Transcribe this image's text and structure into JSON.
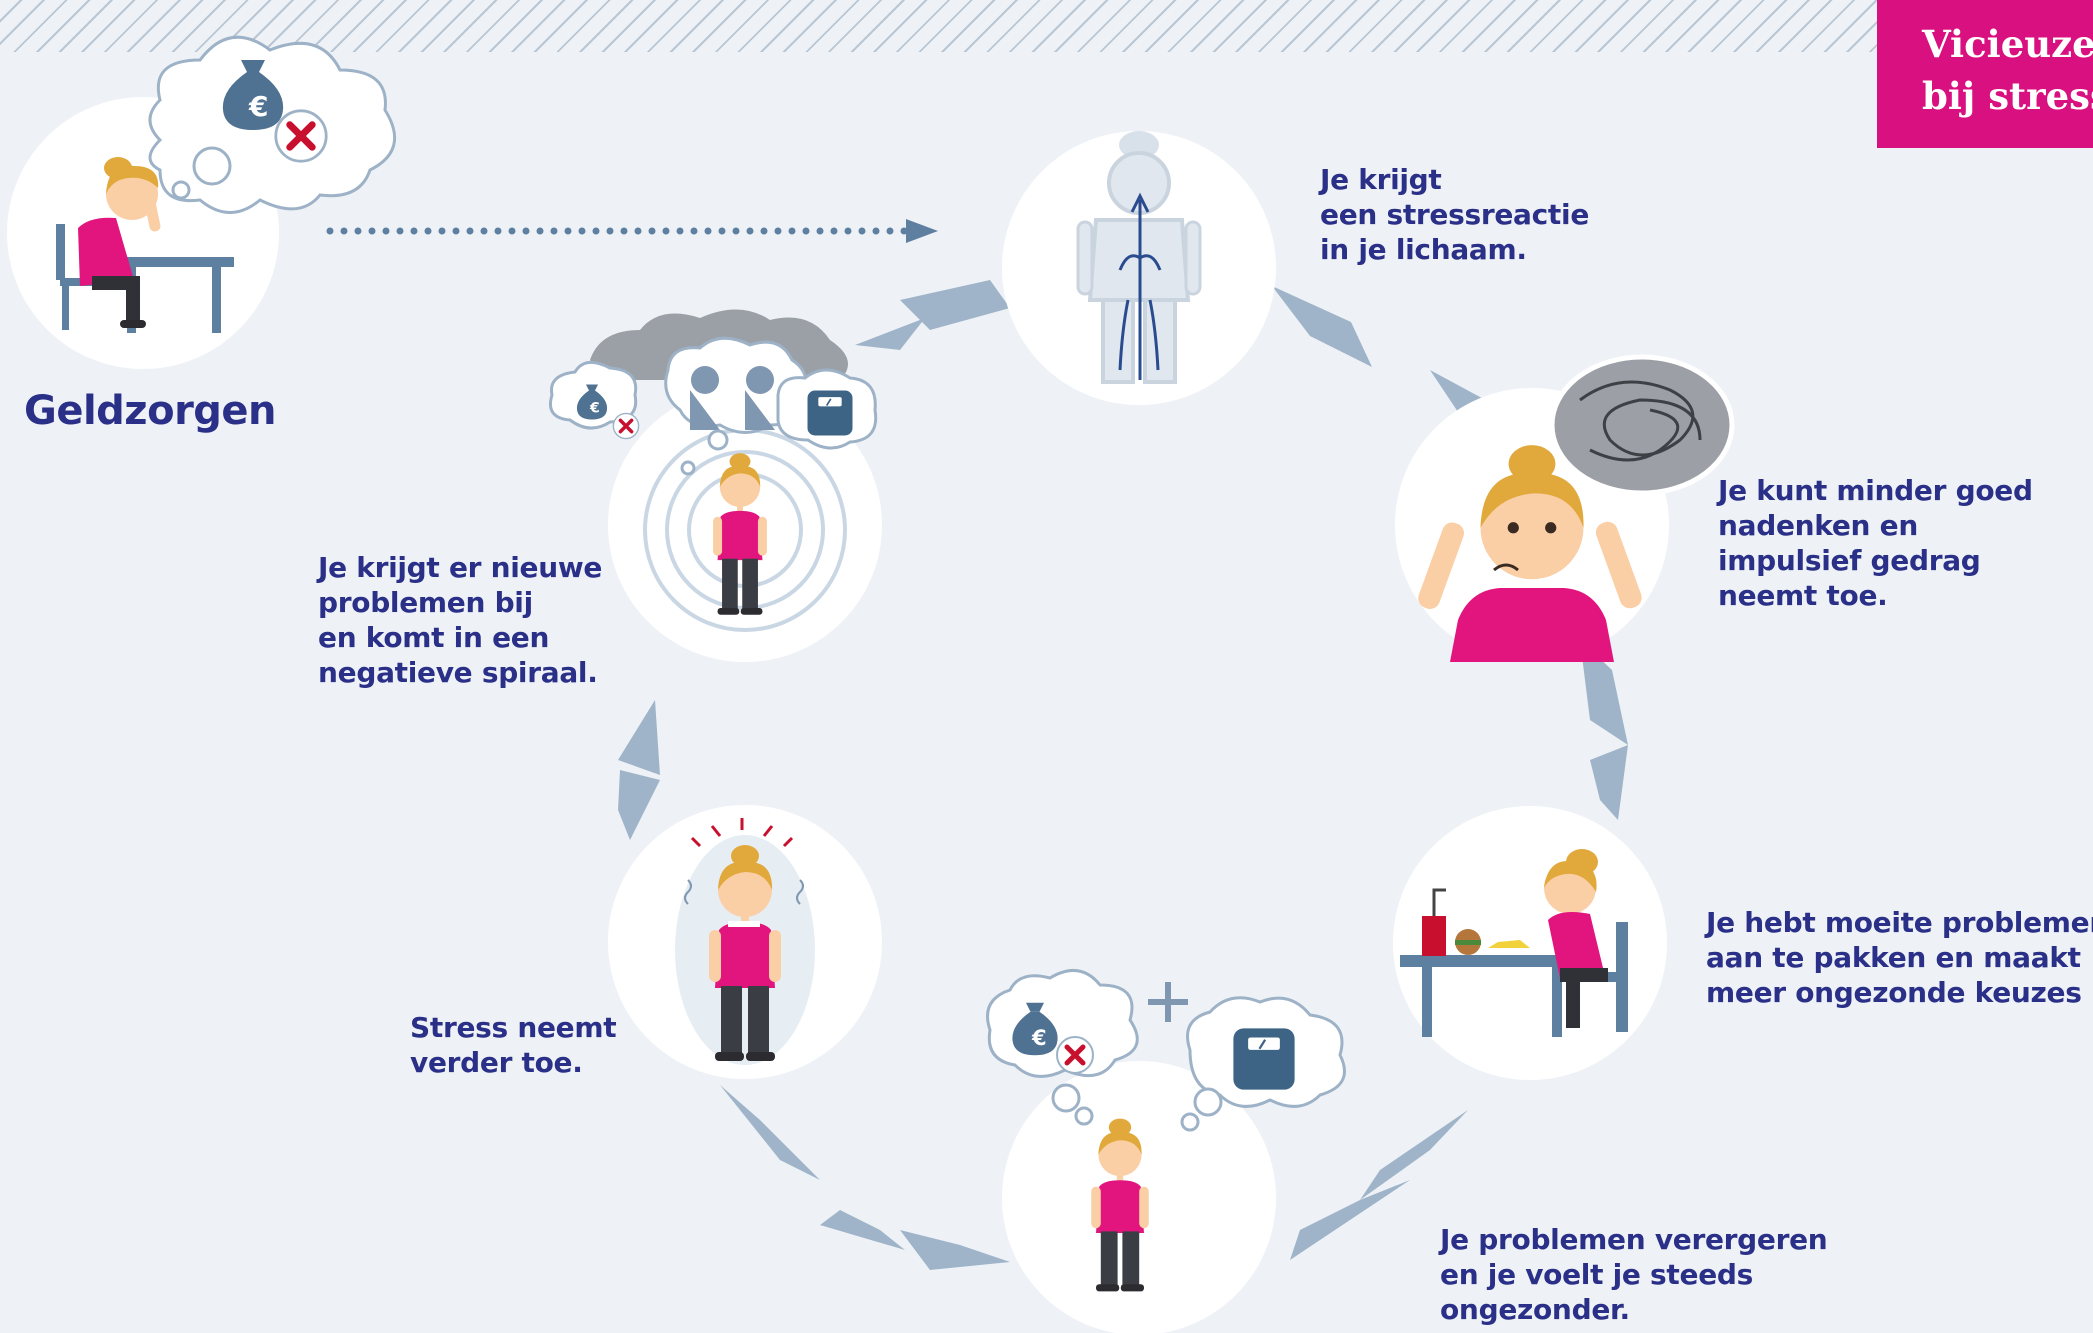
{
  "header": {
    "badge_lines": [
      "Vicieuze",
      "bij stress"
    ]
  },
  "start": {
    "title": "Geldzorgen",
    "thought_icon": "money-bag-with-x-icon"
  },
  "steps": [
    {
      "id": "stress-reaction",
      "lines": [
        "Je krijgt",
        "een stressreactie",
        "in je lichaam."
      ],
      "icon": "body-stress-icon"
    },
    {
      "id": "less-thinking",
      "lines": [
        "Je kunt minder goed",
        "nadenken en",
        "impulsief gedrag",
        "neemt toe."
      ],
      "icon": "tangled-thoughts-icon"
    },
    {
      "id": "unhealthy-choices",
      "lines": [
        "Je hebt moeite problemen",
        "aan te pakken en maakt",
        "meer ongezonde keuzes"
      ],
      "icon": "fast-food-icon"
    },
    {
      "id": "problems-worsen",
      "lines": [
        "Je problemen verergeren",
        "en je voelt je steeds",
        "ongezonder."
      ],
      "icon": "money-plus-scale-icon"
    },
    {
      "id": "stress-increases",
      "lines": [
        "Stress neemt",
        "verder toe."
      ],
      "icon": "stressed-woman-icon"
    },
    {
      "id": "negative-spiral",
      "lines": [
        "Je krijgt er nieuwe",
        "problemen bij",
        "en komt in een",
        "negatieve spiraal."
      ],
      "icon": "spiral-worries-icon"
    }
  ],
  "colors": {
    "text": "#2a2f87",
    "accent": "#d9107f",
    "arrow": "#9fb4c9",
    "background": "#eef2f6"
  }
}
